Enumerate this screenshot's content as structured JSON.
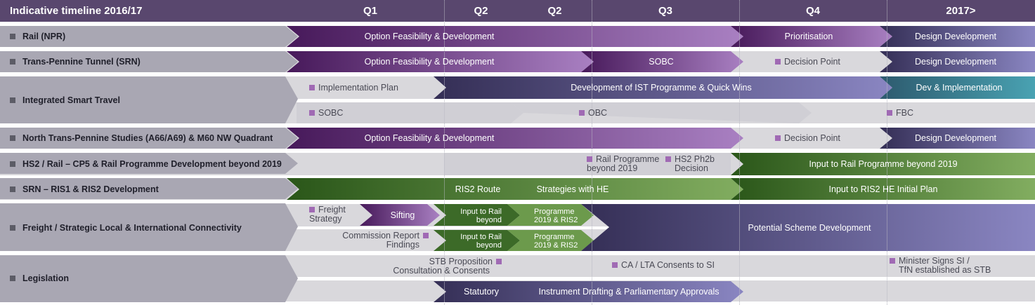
{
  "header": {
    "title": "Indicative timeline 2016/17",
    "periods": [
      "Q1",
      "Q2",
      "Q2",
      "Q3",
      "Q4",
      "2017>"
    ]
  },
  "rows": {
    "rail_npr": {
      "label": "Rail (NPR)",
      "bars": [
        "Option Feasibility & Development",
        "Prioritisation",
        "Design Development"
      ]
    },
    "tunnel": {
      "label": "Trans-Pennine Tunnel (SRN)",
      "bars": [
        "Option Feasibility & Development",
        "SOBC",
        "Design Development"
      ],
      "milestones": [
        "Decision Point"
      ]
    },
    "ist": {
      "label": "Integrated Smart Travel",
      "bars": [
        "Development of IST Programme & Quick Wins",
        "Dev & Implementation"
      ],
      "milestones": [
        "Implementation Plan",
        "SOBC",
        "OBC",
        "FBC"
      ]
    },
    "ntps": {
      "label": "North Trans-Pennine Studies (A66/A69) & M60 NW Quadrant",
      "bars": [
        "Option Feasibility & Development",
        "Design Development"
      ],
      "milestones": [
        "Decision Point"
      ]
    },
    "hs2": {
      "label": "HS2 / Rail – CP5 & Rail Programme Development beyond 2019",
      "bars": [
        "Input to Rail Programme beyond 2019"
      ],
      "milestones": [
        "Rail Programme",
        "beyond 2019",
        "HS2 Ph2b",
        "Decision"
      ]
    },
    "srn": {
      "label": "SRN – RIS1 & RIS2 Development",
      "bars": [
        "RIS2 Route",
        "Strategies with HE",
        "Input to RIS2 HE Initial Plan"
      ]
    },
    "freight": {
      "label": "Freight / Strategic Local & International Connectivity",
      "bars": [
        "Sifting",
        "Input to Rail",
        "beyond",
        "Programme",
        "2019 & RIS2",
        "Potential Scheme Development"
      ],
      "milestones": [
        "Freight",
        "Strategy",
        "Commission Report",
        "Findings"
      ]
    },
    "legislation": {
      "label": "Legislation",
      "bars": [
        "Statutory",
        "Instrument Drafting & Parliamentary Approvals"
      ],
      "milestones": [
        "STB Proposition",
        "Consultation & Consents",
        "CA / LTA Consents to SI",
        "Minister Signs SI /",
        "TfN established as STB"
      ]
    }
  },
  "colors": {
    "header": "#59476e",
    "label_shape": "#a9a7b3",
    "row_bg": "#d9d8dc",
    "purple_dark": "#4b1d5e",
    "purple_light": "#a77fc0",
    "navy": "#3c3a5e",
    "lavender": "#8a86c0",
    "green_dark": "#2c5a1c",
    "green_light": "#7ea85c",
    "teal": "#3f8fa0",
    "milestone": "#a06ab4"
  }
}
